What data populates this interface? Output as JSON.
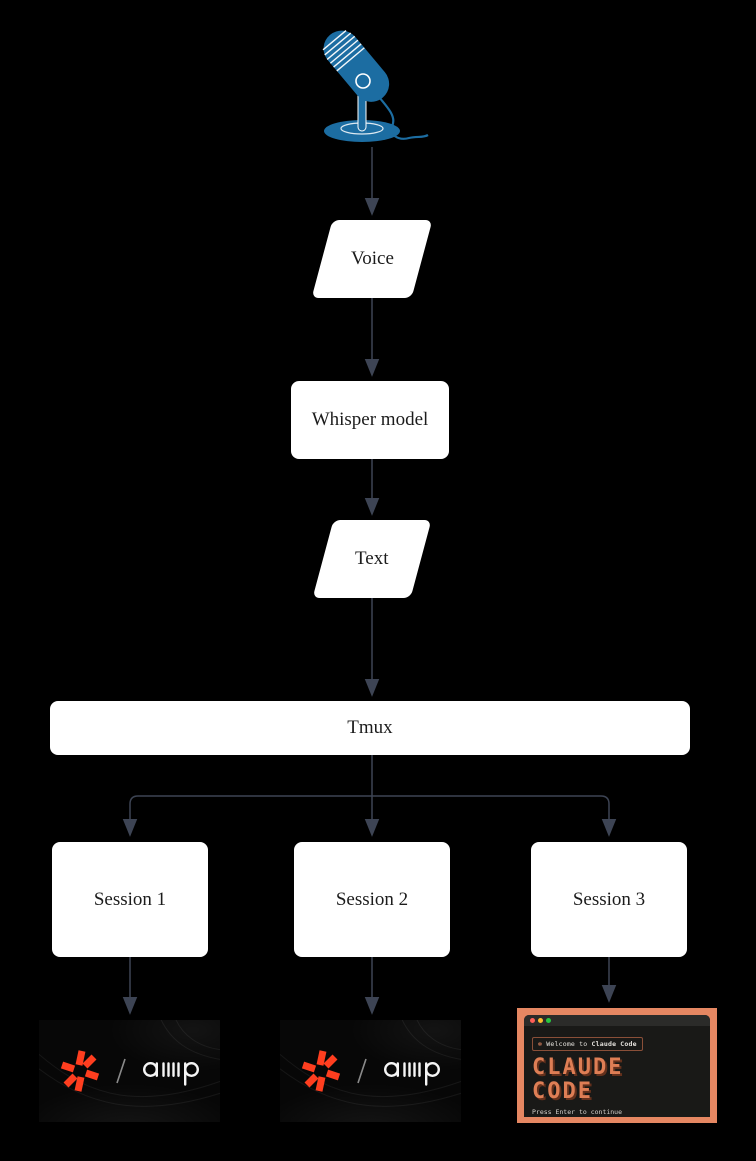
{
  "diagram": {
    "nodes": {
      "voice": {
        "label": "Voice",
        "shape": "parallelogram"
      },
      "whisper": {
        "label": "Whisper model",
        "shape": "rectangle"
      },
      "text": {
        "label": "Text",
        "shape": "parallelogram"
      },
      "tmux": {
        "label": "Tmux",
        "shape": "rectangle"
      },
      "session1": {
        "label": "Session 1",
        "shape": "rectangle"
      },
      "session2": {
        "label": "Session 2",
        "shape": "rectangle"
      },
      "session3": {
        "label": "Session 3",
        "shape": "rectangle"
      }
    },
    "edges": [
      "microphone -> voice",
      "voice -> whisper",
      "whisper -> text",
      "text -> tmux",
      "tmux -> session1",
      "tmux -> session2",
      "tmux -> session3",
      "session1 -> amp-card-1",
      "session2 -> amp-card-2",
      "session3 -> claude-code-card"
    ],
    "icons": {
      "top": "microphone-icon"
    }
  },
  "amp_card": {
    "logo_icon": "sourcegraph-asterisk-icon",
    "separator": "/",
    "wordmark": "amp"
  },
  "claude_card": {
    "welcome_spark": "✻",
    "welcome_normal": "Welcome to ",
    "welcome_bold": "Claude Code",
    "ascii_line1": "CLAUDE",
    "ascii_line2": "CODE",
    "footer": "Press Enter to continue"
  },
  "colors": {
    "background": "#000000",
    "node_fill": "#ffffff",
    "node_text": "#1c1c1c",
    "connector": "#3d4454",
    "microphone_blue": "#1c6da2",
    "amp_red": "#ff3e1f",
    "amp_white": "#f5f5f5",
    "amp_slash_gray": "#8a8a8a",
    "claude_frame_orange": "#e58762",
    "claude_ascii_orange": "#de7e55",
    "terminal_bg": "#191917",
    "traffic_red": "#ff5f57",
    "traffic_yellow": "#febc2e",
    "traffic_green": "#28c840"
  }
}
